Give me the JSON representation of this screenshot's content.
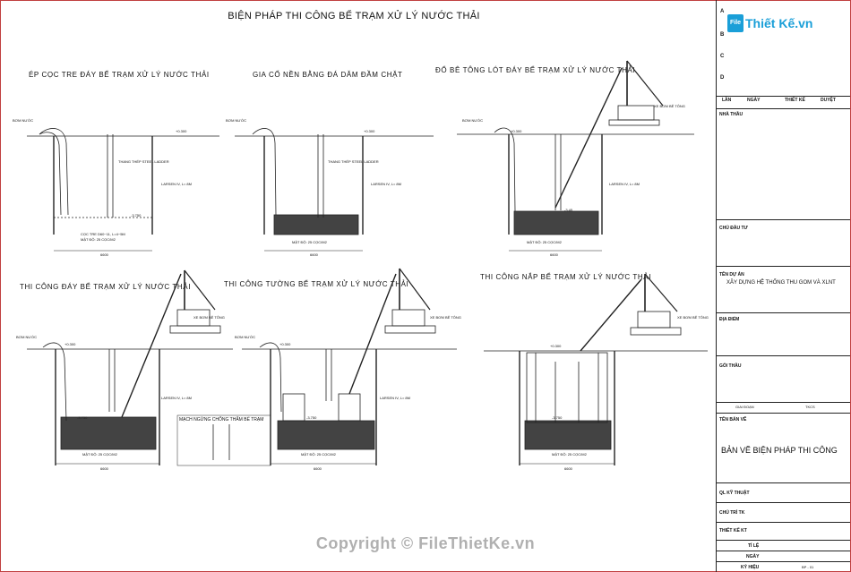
{
  "drawing": {
    "title": "BIỆN PHÁP THI CÔNG BỂ TRẠM XỬ LÝ NƯỚC THẢI",
    "panels": [
      {
        "title": "ÉP CỌC TRE ĐÁY BỂ TRẠM XỬ LÝ NƯỚC THẢI"
      },
      {
        "title": "GIA CỐ NỀN BẰNG ĐÁ DĂM ĐẦM CHẶT"
      },
      {
        "title": "ĐỔ BÊ TÔNG LÓT ĐÁY BỂ TRẠM XỬ LÝ NƯỚC THẢI"
      },
      {
        "title": "THI CÔNG ĐÁY BỂ TRẠM XỬ LÝ NƯỚC THẢI"
      },
      {
        "title": "THI CÔNG TƯỜNG BỂ TRẠM XỬ LÝ NƯỚC THẢI"
      },
      {
        "title": "THI CÔNG NẮP BỂ TRẠM XỬ LÝ NƯỚC THẢI"
      }
    ],
    "annotations": {
      "pump": "BƠM NƯỚC",
      "ladder": "THANG THÉP STEEL LADDER",
      "sheet_pile": "LARSEN IV, L= 8M",
      "pile": "CỌC TRE D60~11, L=4~5M",
      "density": "MẬT ĐỘ: 25 CỌC/M2",
      "level_top": "+0.300",
      "level_bottom": "-3.750",
      "level_lean": "-3.45",
      "crane": "XE BƠM BÊ TÔNG",
      "wall_joint": "MẠCH NGỪNG CHỐNG THẤM BỂ TRẠM",
      "width": "6600"
    }
  },
  "logo": {
    "mark": "File",
    "text": "Thiết Kế.vn"
  },
  "title_block": {
    "revisions": [
      "A",
      "B",
      "C",
      "D"
    ],
    "rev_headers": [
      "LẦN",
      "NGÀY",
      "THIẾT KẾ",
      "DUYỆT"
    ],
    "contractor_label": "NHÀ THẦU",
    "owner_label": "CHỦ ĐẦU TƯ",
    "project_label": "TÊN DỰ ÁN",
    "project_value": "XÂY DỰNG HỆ THỐNG THU GOM VÀ XLNT",
    "location_label": "ĐỊA ĐIỂM",
    "package_label": "GÓI THẦU",
    "stage_left": "GIAI ĐOẠN",
    "stage_right": "TKCS",
    "drawing_name_label": "TÊN BẢN VẼ",
    "drawing_name_value": "BẢN VẼ  BIỆN PHÁP THI CÔNG",
    "tech_label": "QL KỸ THUẬT",
    "chief_label": "CHỦ TRÌ TK",
    "designer_label": "THIẾT KẾ KT",
    "scale_label": "TỈ LỆ",
    "date_label": "NGÀY",
    "sheet_label": "KÝ HIỆU",
    "sheet_value": "BP - 01"
  },
  "watermark": "Copyright © FileThietKe.vn"
}
